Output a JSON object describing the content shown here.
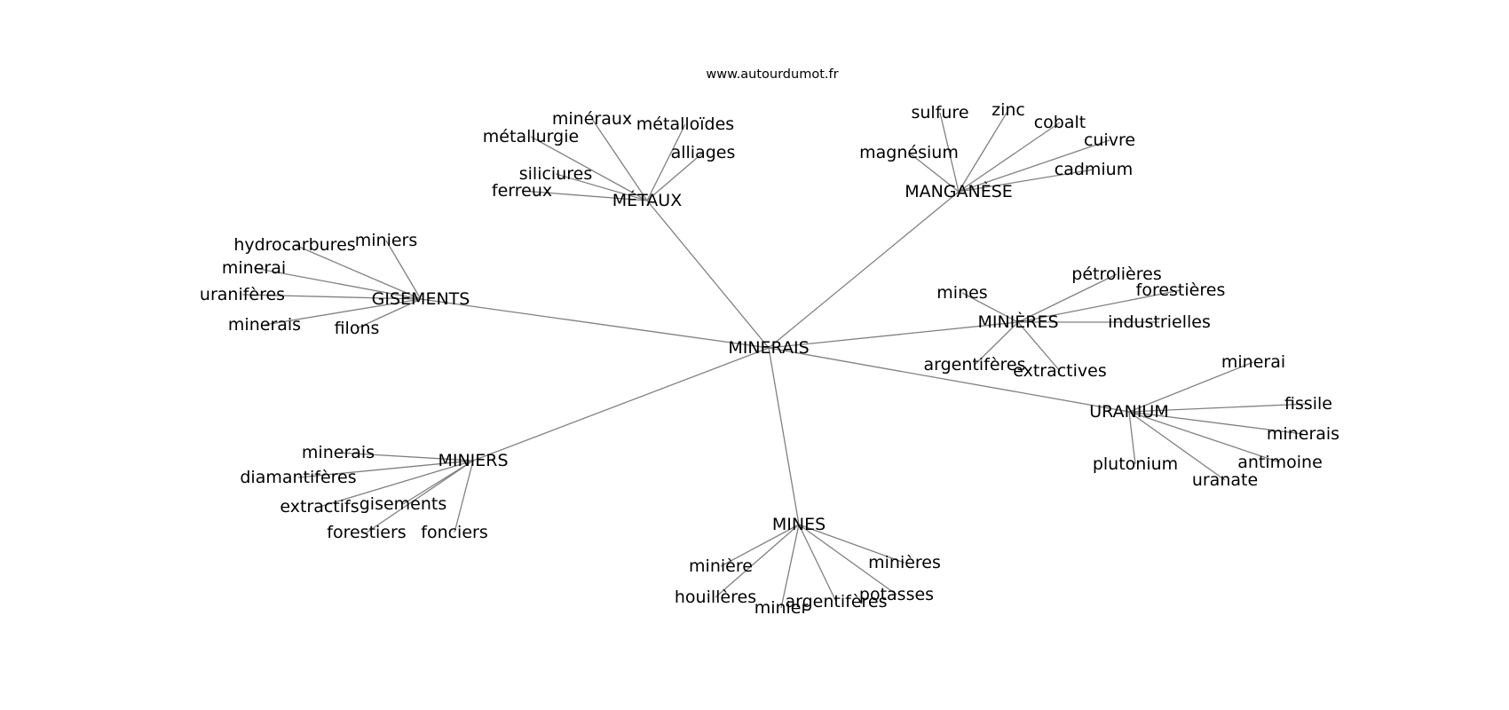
{
  "source_label": "www.autourdumot.fr",
  "colors": {
    "edge": "#808080",
    "text": "#000000",
    "background": "#ffffff"
  },
  "graph": {
    "center": "MINERAIS",
    "hubs": [
      {
        "id": "metaux",
        "label": "MÉTAUX",
        "leaves": [
          "minéraux",
          "métalloïdes",
          "métallurgie",
          "alliages",
          "siliciures",
          "ferreux"
        ]
      },
      {
        "id": "manganese",
        "label": "MANGANÈSE",
        "leaves": [
          "sulfure",
          "zinc",
          "cobalt",
          "cuivre",
          "magnésium",
          "cadmium"
        ]
      },
      {
        "id": "gisements",
        "label": "GISEMENTS",
        "leaves": [
          "hydrocarbures",
          "miniers",
          "minerai",
          "uranifères",
          "minerais",
          "filons"
        ]
      },
      {
        "id": "minieres",
        "label": "MINIÈRES",
        "leaves": [
          "mines",
          "pétrolières",
          "forestières",
          "industrielles",
          "argentifères",
          "extractives"
        ]
      },
      {
        "id": "uranium",
        "label": "URANIUM",
        "leaves": [
          "minerai",
          "fissile",
          "minerais",
          "antimoine",
          "plutonium",
          "uranate"
        ]
      },
      {
        "id": "miniers",
        "label": "MINIERS",
        "leaves": [
          "minerais",
          "diamantifères",
          "extractifs",
          "gisements",
          "forestiers",
          "fonciers"
        ]
      },
      {
        "id": "mines",
        "label": "MINES",
        "leaves": [
          "minière",
          "minières",
          "houillères",
          "potasses",
          "argentifères",
          "minier"
        ]
      }
    ]
  }
}
